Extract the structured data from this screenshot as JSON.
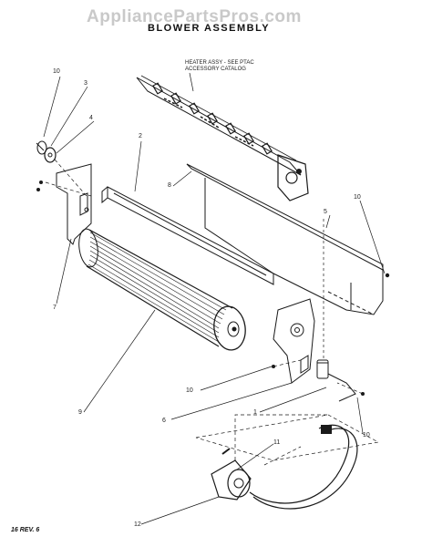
{
  "watermark": "AppliancePartsPros.com",
  "title": "BLOWER ASSEMBLY",
  "note": {
    "line1": "HEATER ASSY - SEE PTAC",
    "line2": "ACCESSORY CATALOG"
  },
  "callouts": {
    "c10_top_left": "10",
    "c3": "3",
    "c4": "4",
    "c2": "2",
    "c8": "8",
    "c5": "5",
    "c10_right": "10",
    "c7": "7",
    "c9": "9",
    "c10_mid": "10",
    "c6": "6",
    "c1": "1",
    "c10_bottom": "10",
    "c11": "11",
    "c12": "12"
  },
  "footer": "16 REV. 6"
}
